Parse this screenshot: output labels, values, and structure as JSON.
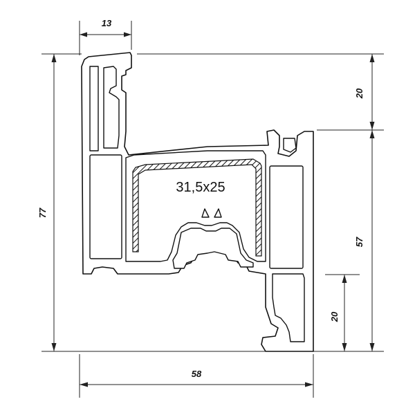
{
  "drawing": {
    "reinforcement_label": "31,5x25",
    "dimensions": {
      "top_width": "13",
      "total_height": "77",
      "bottom_width": "58",
      "right_upper": "20",
      "right_lower_total": "57",
      "right_bottom": "20"
    }
  }
}
